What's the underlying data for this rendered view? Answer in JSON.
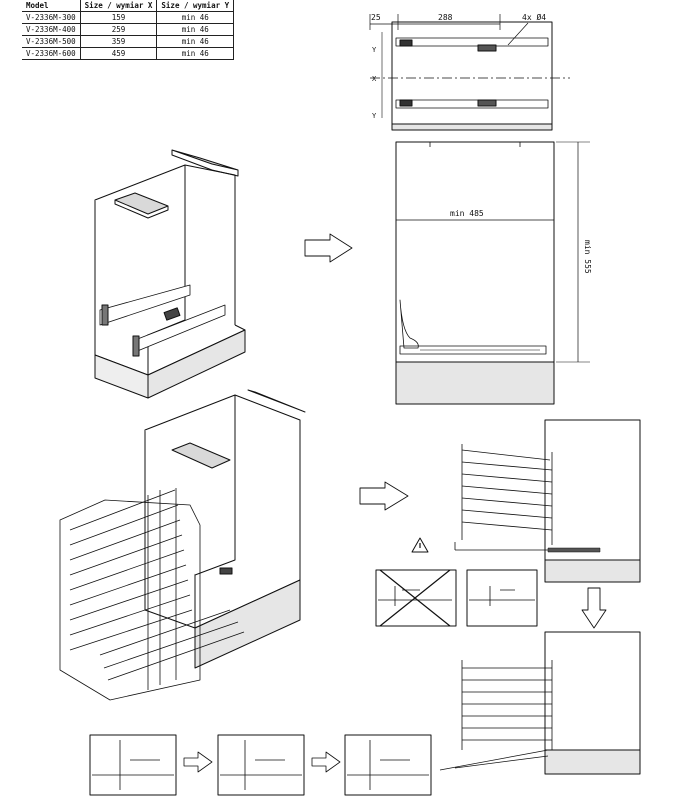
{
  "spec_table": {
    "headers": [
      "Model",
      "Size / wymiar X",
      "Size / wymiar Y"
    ],
    "rows": [
      [
        "V-2336M-300",
        "159",
        "min 46"
      ],
      [
        "V-2336M-400",
        "259",
        "min 46"
      ],
      [
        "V-2336M-500",
        "359",
        "min 46"
      ],
      [
        "V-2336M-600",
        "459",
        "min 46"
      ]
    ]
  },
  "top_view": {
    "dim_left": "25",
    "dim_span": "288",
    "holes_label": "4x Ø4",
    "axis_labels": [
      "Y",
      "X",
      "Y"
    ]
  },
  "side_view": {
    "min_width": "min 485",
    "min_height": "min 555"
  },
  "colors": {
    "line": "#111111",
    "shelf_fill": "#d9d9d9",
    "plinth_fill": "#e6e6e6"
  }
}
